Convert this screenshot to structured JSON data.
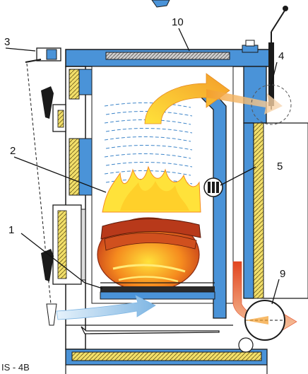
{
  "diagram": {
    "corner_label": "IS - 4B",
    "callouts": [
      {
        "id": "1",
        "text": "1"
      },
      {
        "id": "2",
        "text": "2"
      },
      {
        "id": "3",
        "text": "3"
      },
      {
        "id": "4",
        "text": "4"
      },
      {
        "id": "5",
        "text": "5"
      },
      {
        "id": "9",
        "text": "9"
      },
      {
        "id": "10",
        "text": "10"
      }
    ]
  },
  "colors": {
    "steel_blue": "#4a93d8",
    "insulation_yellow": "#f2df6a",
    "outline": "#1a1a1a",
    "flame_yellow": "#ffe23a",
    "flame_orange": "#f58a1e",
    "ember_red": "#c0341a",
    "air_blue": "#bcdcf2",
    "hot_flow": "#f39c2a"
  }
}
